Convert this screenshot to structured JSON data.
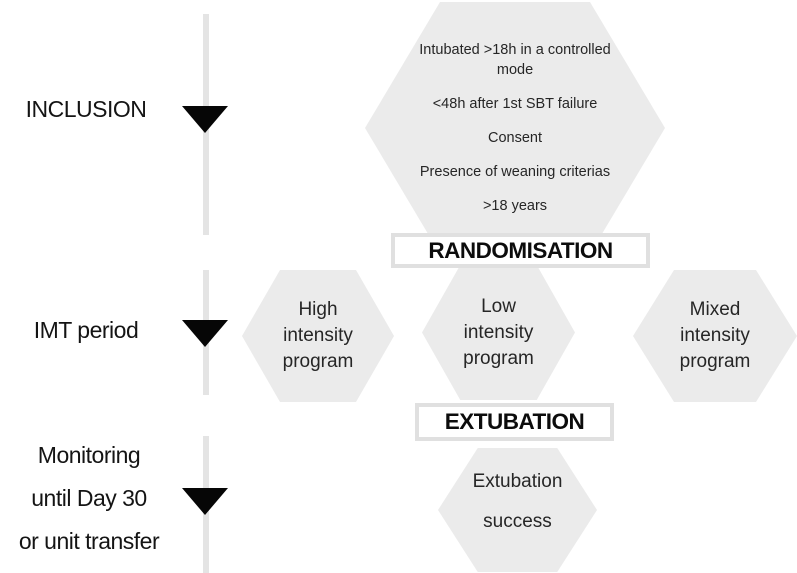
{
  "colors": {
    "background": "#ffffff",
    "hexagon_fill": "#ebebeb",
    "timeline_line": "#e4e4e4",
    "banner_border": "#e0e0e0",
    "text": "#1c1c1c",
    "arrow": "#060606"
  },
  "timeline": {
    "row1_label": "INCLUSION",
    "row2_label": "IMT period",
    "row3_line1": "Monitoring",
    "row3_line2": "until Day 30",
    "row3_line3": "or unit transfer"
  },
  "inclusion_hex": {
    "criteria1_line1": "Intubated >18h in a controlled",
    "criteria1_line2": "mode",
    "criteria2": "<48h after 1st SBT failure",
    "criteria3": "Consent",
    "criteria4": "Presence of weaning criterias",
    "criteria5": ">18 years"
  },
  "randomisation_label": "RANDOMISATION",
  "arms": {
    "high": {
      "line1": "High",
      "line2": "intensity",
      "line3": "program"
    },
    "low": {
      "line1": "Low",
      "line2": "intensity",
      "line3": "program"
    },
    "mixed": {
      "line1": "Mixed",
      "line2": "intensity",
      "line3": "program"
    }
  },
  "extubation_label": "EXTUBATION",
  "outcome_hex": {
    "line1": "Extubation",
    "line2": "success"
  }
}
